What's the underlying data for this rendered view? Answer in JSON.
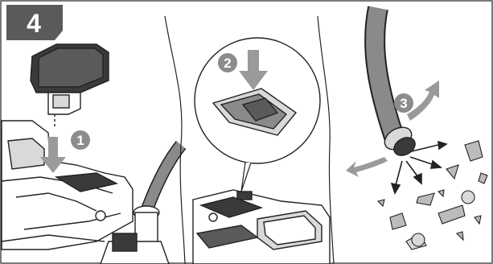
{
  "step_badge": {
    "number": "4",
    "bg_color": "#5a5a5a",
    "text_color": "#ffffff"
  },
  "markers": [
    {
      "label": "1"
    },
    {
      "label": "2"
    },
    {
      "label": "3"
    }
  ],
  "colors": {
    "line": "#222222",
    "arrow_gray": "#9a9a9a",
    "marker_fill": "#8c8c8c",
    "hose_gray": "#8a8a8a",
    "dark_part": "#3a3a3a",
    "light_part": "#d9d9d9"
  },
  "icons": [
    "battery-pack-icon",
    "vacuum-body-icon",
    "latch-button-icon",
    "hose-icon",
    "debris-icon",
    "down-arrow-icon",
    "rotate-arrow-icon"
  ]
}
